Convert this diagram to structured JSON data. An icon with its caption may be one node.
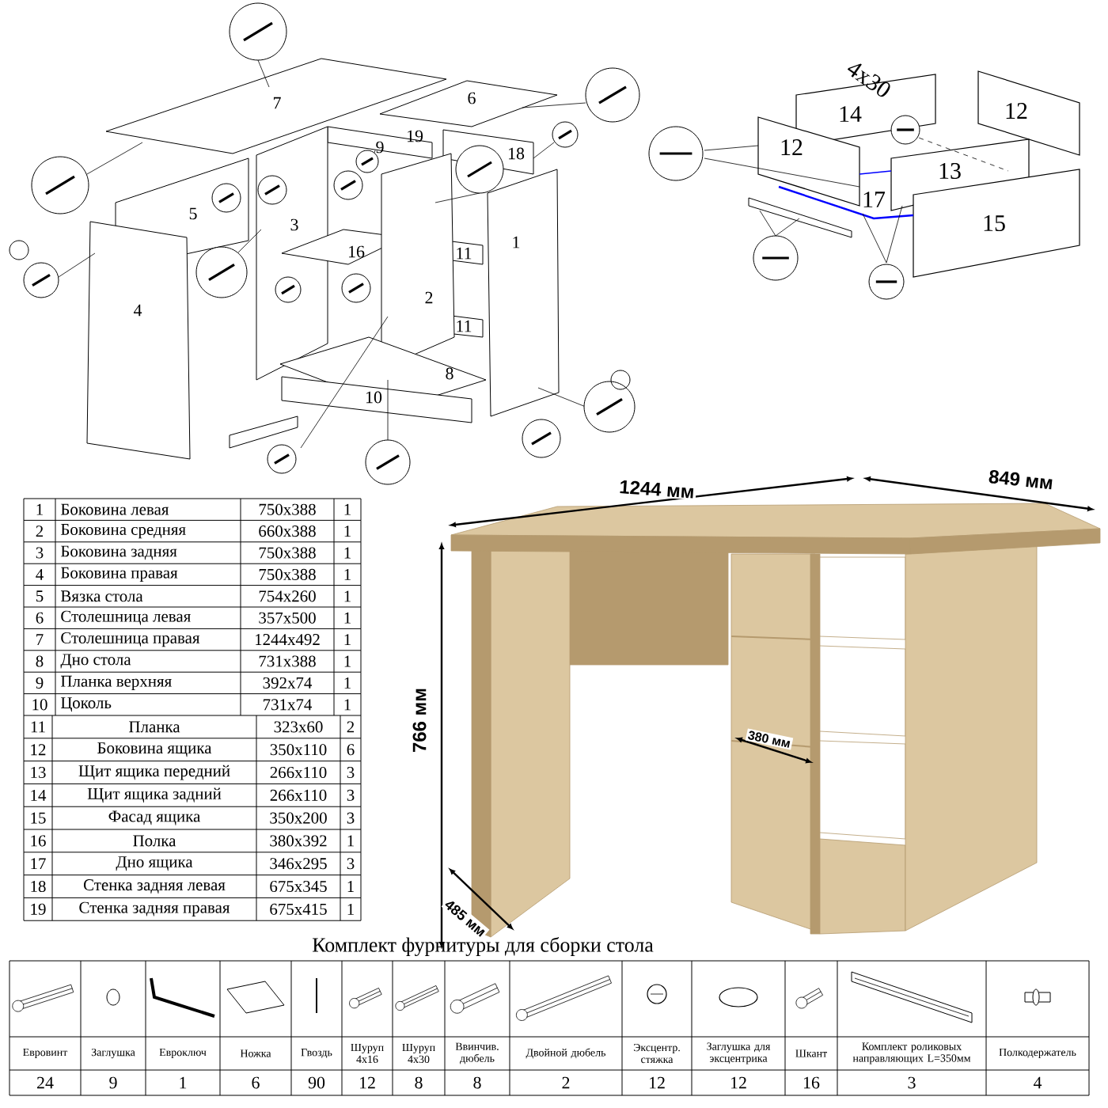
{
  "diagram": {
    "labels": [
      "7",
      "6",
      "19",
      "9",
      "18",
      "5",
      "3",
      "16",
      "11",
      "1",
      "4",
      "2",
      "11",
      "8",
      "10",
      "4x30",
      "14",
      "12",
      "12",
      "13",
      "17",
      "15",
      "1244 мм",
      "849 мм",
      "766 мм",
      "380 мм",
      "485 мм",
      "1",
      "Боковина левая",
      "750x388",
      "1",
      "2",
      "Боковина средняя",
      "660x388",
      "1",
      "3",
      "Боковина задняя",
      "750x388",
      "1",
      "4",
      "Боковина правая",
      "750x388",
      "1",
      "5",
      "Вязка стола",
      "754x260",
      "1",
      "6",
      "Столешница левая",
      "357x500",
      "1",
      "7",
      "Столешница правая",
      "1244x492",
      "1",
      "8",
      "Дно стола",
      "731x388",
      "1",
      "9",
      "Планка верхняя",
      "392x74",
      "1",
      "10",
      "Цоколь",
      "731x74",
      "1",
      "11",
      "Планка",
      "323x60",
      "2",
      "12",
      "Боковина ящика",
      "350x110",
      "6",
      "13",
      "Щит ящика передний",
      "266x110",
      "3",
      "14",
      "Щит ящика задний",
      "266x110",
      "3",
      "15",
      "Фасад ящика",
      "350x200",
      "3",
      "16",
      "Полка",
      "380x392",
      "1",
      "17",
      "Дно ящика",
      "346x295",
      "3",
      "18",
      "Стенка задняя левая",
      "675x345",
      "1",
      "19",
      "Стенка задняя правая",
      "675x415",
      "1",
      "Комплект фурнитуры для сборки стола",
      "Евровинт",
      "Заглушка",
      "Евроключ",
      "Ножка",
      "Гвоздь",
      "Шуруп 4x16",
      "Шуруп 4x30",
      "Ввинчив. дюбель",
      "Двойной дюбель",
      "Эксцентр. стяжка",
      "Заглушка для эксцентрика",
      "Шкант",
      "Комплект роликовых направляющих L=350мм",
      "Полкодержатель",
      "24",
      "9",
      "1",
      "6",
      "90",
      "12",
      "8",
      "8",
      "2",
      "12",
      "12",
      "16",
      "3",
      "4"
    ]
  }
}
